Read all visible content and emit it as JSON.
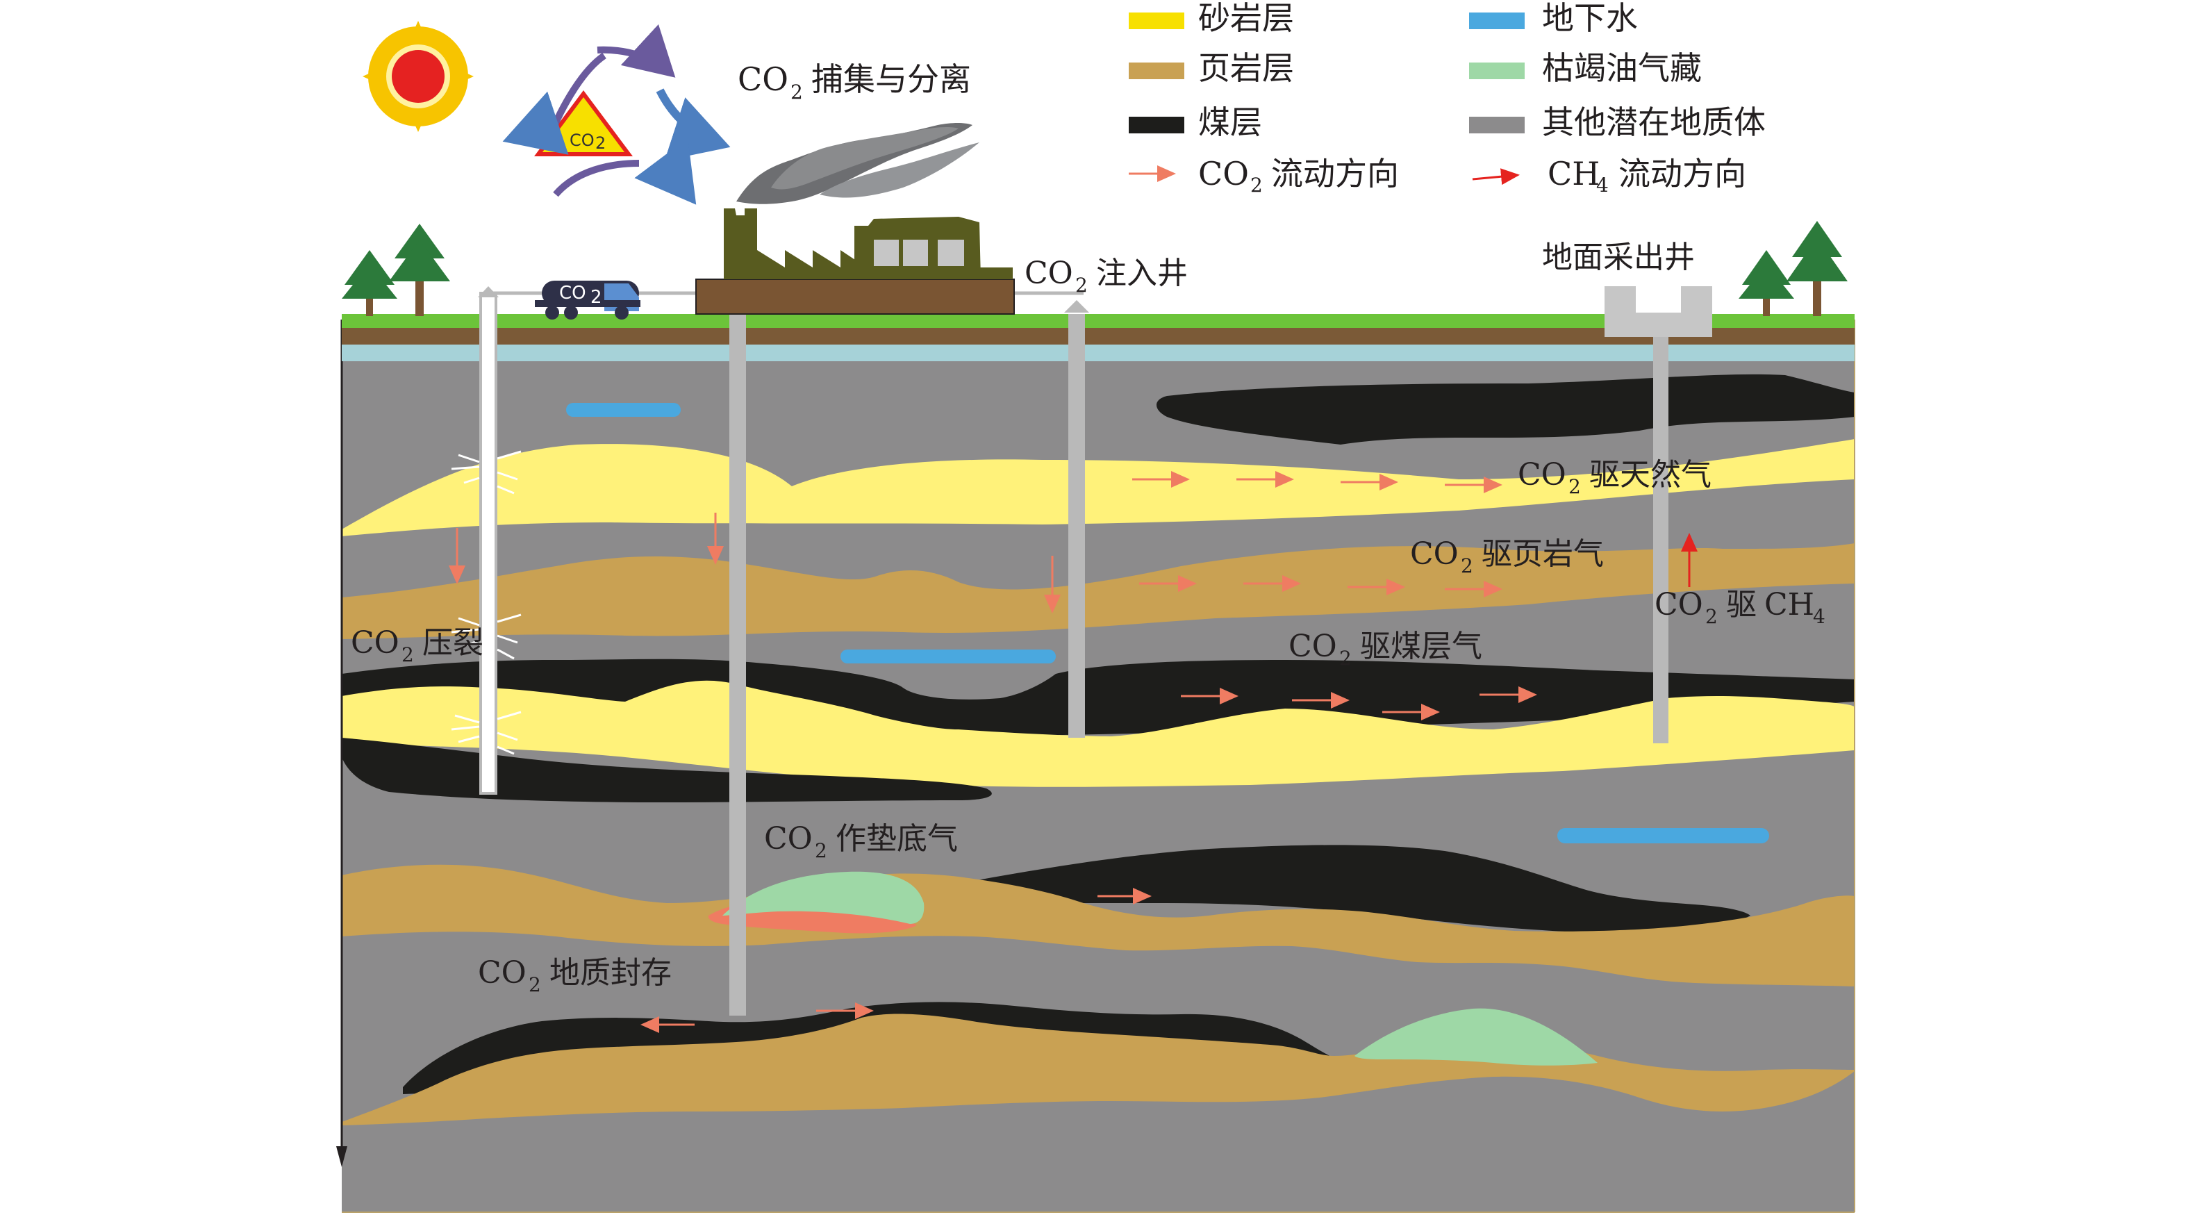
{
  "colors": {
    "sandstone": "#fff27a",
    "shale": "#c9a153",
    "coal": "#1d1d1b",
    "groundwater": "#4aa8df",
    "oilgas": "#9ed8a6",
    "other": "#8c8b8c",
    "co2_arrow": "#ef7c62",
    "ch4_arrow": "#e5231f",
    "grass": "#6cc43a",
    "soil": "#7b5a37",
    "aquifer": "#a6d2d8",
    "well": "#b9b9b9"
  },
  "legend": {
    "sandstone": "砂岩层",
    "shale": "页岩层",
    "coal": "煤层",
    "co2_flow": "流动方向",
    "groundwater": "地下水",
    "depleted": "枯竭油气藏",
    "other": "其他潜在地质体",
    "ch4_flow": "流动方向"
  },
  "labels": {
    "capture": "捕集与分离",
    "injection_well": "注入井",
    "production_well": "地面采出井",
    "egr": "驱天然气",
    "shale_gas": "驱页岩气",
    "ch4": "驱",
    "frac": "压裂",
    "ecbm": "驱煤层气",
    "cushion": "作垫底气",
    "storage": "地质封存"
  },
  "chem": {
    "co2": "CO",
    "sub2": "2",
    "ch": "CH",
    "sub4": "4"
  },
  "icons": [
    "sun-icon",
    "co2-cycle-icon",
    "truck-icon",
    "factory-icon",
    "tree-icon",
    "wellhead-icon"
  ]
}
